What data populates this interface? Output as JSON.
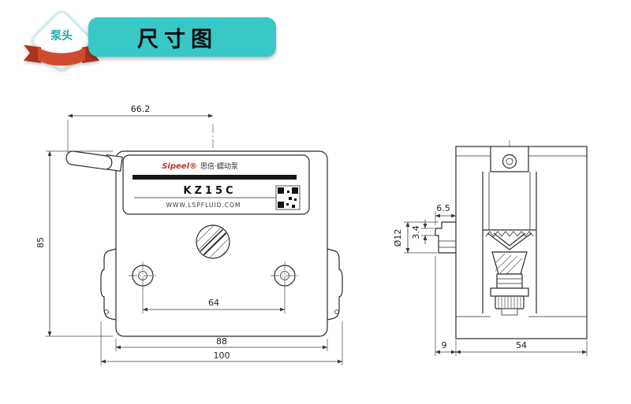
{
  "colors": {
    "accent": "#38c8c8",
    "accent-dark": "#17a6a6",
    "ribbon": "#d04a2f",
    "ribbon-dark": "#a83420",
    "line": "#2b2b2b"
  },
  "header": {
    "badge_label": "泵头",
    "title": "尺寸图"
  },
  "front_view": {
    "brand_en": "Sipeel®",
    "brand_cn": "思倍·蠕动泵",
    "model": "KZ15C",
    "website": "WWW.LSPFLUID.COM",
    "dimensions": {
      "crank_to_center": "66.2",
      "overall_height": "85",
      "hole_spacing": "64",
      "body_width": "88",
      "overall_width": "100"
    }
  },
  "side_view": {
    "dimensions": {
      "port_offset": "6.5",
      "port_step": "3.4",
      "tube_diameter": "Ø12",
      "port_depth": "9",
      "body_depth": "54"
    }
  }
}
